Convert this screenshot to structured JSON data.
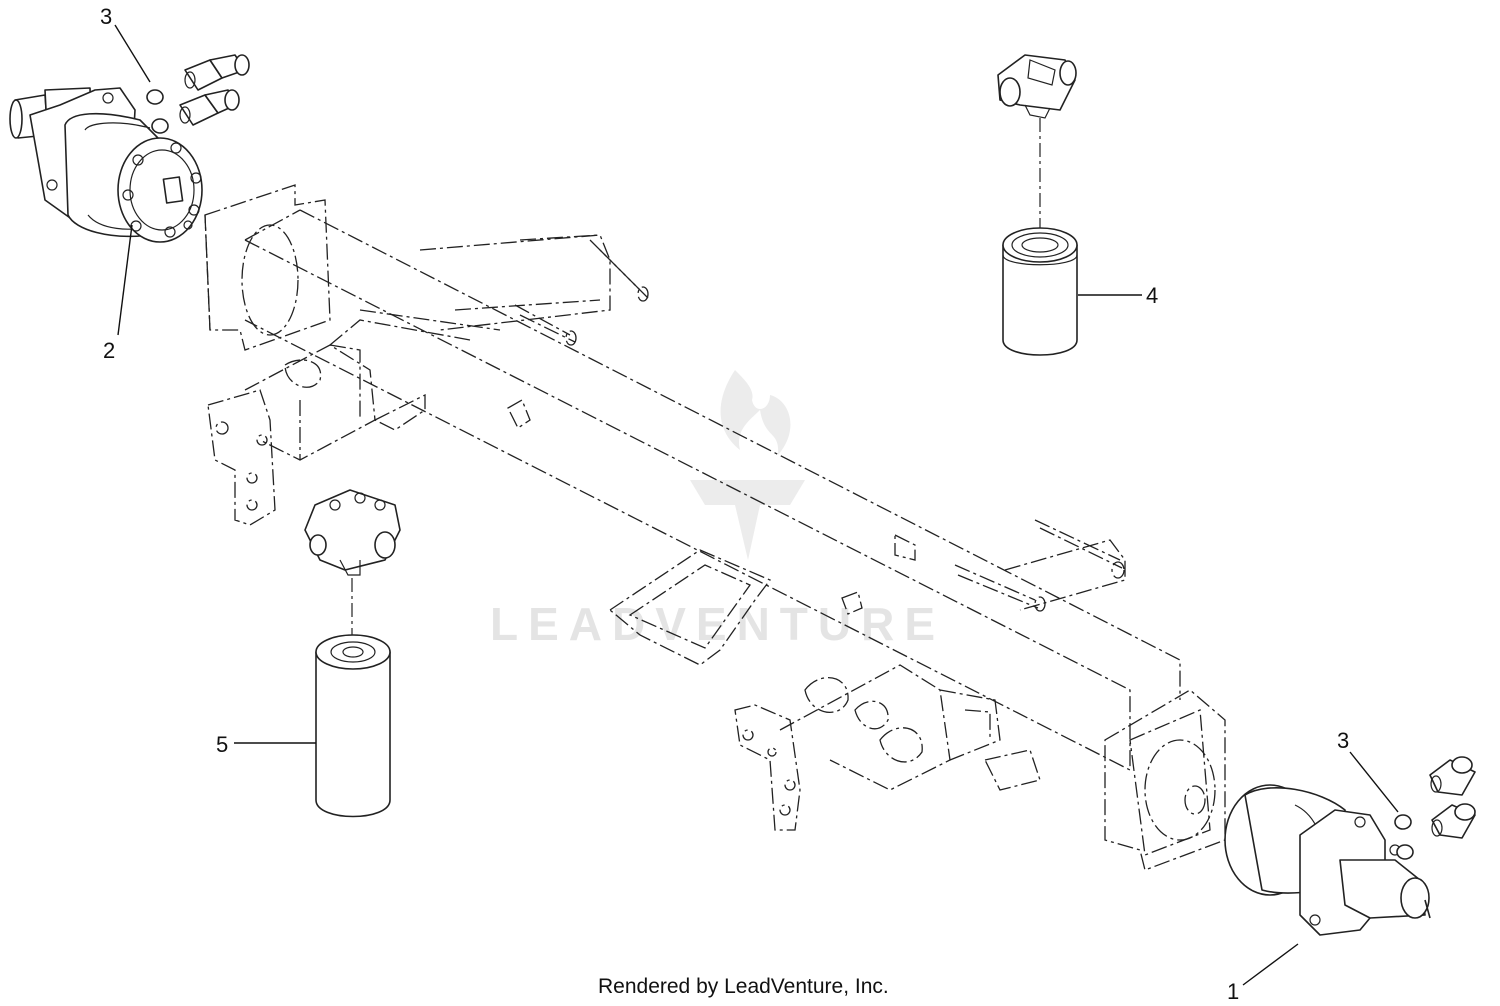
{
  "diagram": {
    "callouts": [
      {
        "id": "c-3a",
        "label": "3"
      },
      {
        "id": "c-2",
        "label": "2"
      },
      {
        "id": "c-4",
        "label": "4"
      },
      {
        "id": "c-5",
        "label": "5"
      },
      {
        "id": "c-3b",
        "label": "3"
      },
      {
        "id": "c-1",
        "label": "1"
      }
    ],
    "watermark": "LEADVENTURE",
    "footer": "Rendered by LeadVenture, Inc."
  }
}
